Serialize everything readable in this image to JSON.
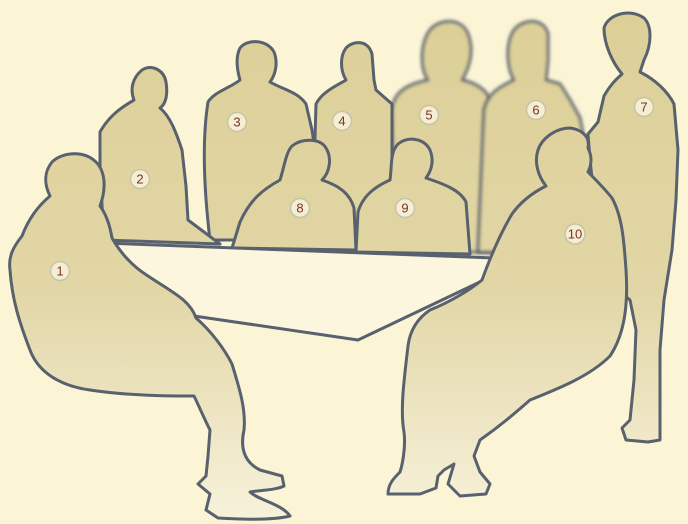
{
  "colors": {
    "background": "#fbf5d6",
    "figure_fill_top": "#ddd19a",
    "figure_fill_bottom": "#f6f0d8",
    "outline": "#58616d",
    "badge_text": "#7a3328"
  },
  "people": [
    {
      "id": "person-1",
      "label": "1"
    },
    {
      "id": "person-2",
      "label": "2"
    },
    {
      "id": "person-3",
      "label": "3"
    },
    {
      "id": "person-4",
      "label": "4"
    },
    {
      "id": "person-5",
      "label": "5"
    },
    {
      "id": "person-6",
      "label": "6"
    },
    {
      "id": "person-7",
      "label": "7"
    },
    {
      "id": "person-8",
      "label": "8"
    },
    {
      "id": "person-9",
      "label": "9"
    },
    {
      "id": "person-10",
      "label": "10"
    }
  ]
}
